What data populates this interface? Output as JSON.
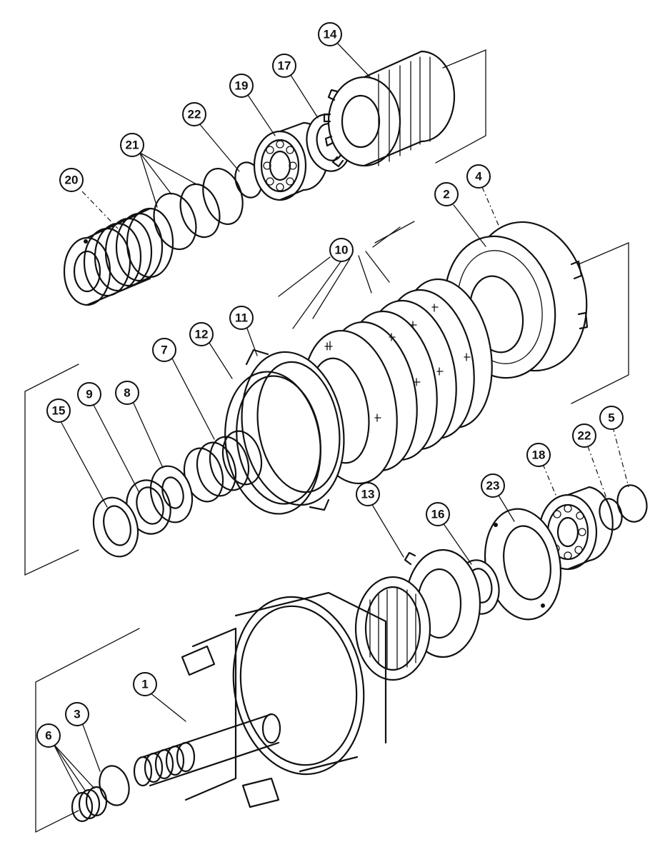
{
  "callouts": [
    {
      "id": "14",
      "label": "14"
    },
    {
      "id": "17",
      "label": "17"
    },
    {
      "id": "19",
      "label": "19"
    },
    {
      "id": "22a",
      "label": "22"
    },
    {
      "id": "21",
      "label": "21"
    },
    {
      "id": "20",
      "label": "20"
    },
    {
      "id": "2",
      "label": "2"
    },
    {
      "id": "4",
      "label": "4"
    },
    {
      "id": "10",
      "label": "10"
    },
    {
      "id": "11",
      "label": "11"
    },
    {
      "id": "12",
      "label": "12"
    },
    {
      "id": "7",
      "label": "7"
    },
    {
      "id": "8",
      "label": "8"
    },
    {
      "id": "9",
      "label": "9"
    },
    {
      "id": "15",
      "label": "15"
    },
    {
      "id": "5",
      "label": "5"
    },
    {
      "id": "22b",
      "label": "22"
    },
    {
      "id": "18",
      "label": "18"
    },
    {
      "id": "23",
      "label": "23"
    },
    {
      "id": "16",
      "label": "16"
    },
    {
      "id": "13",
      "label": "13"
    },
    {
      "id": "1",
      "label": "1"
    },
    {
      "id": "3",
      "label": "3"
    },
    {
      "id": "6",
      "label": "6"
    }
  ]
}
